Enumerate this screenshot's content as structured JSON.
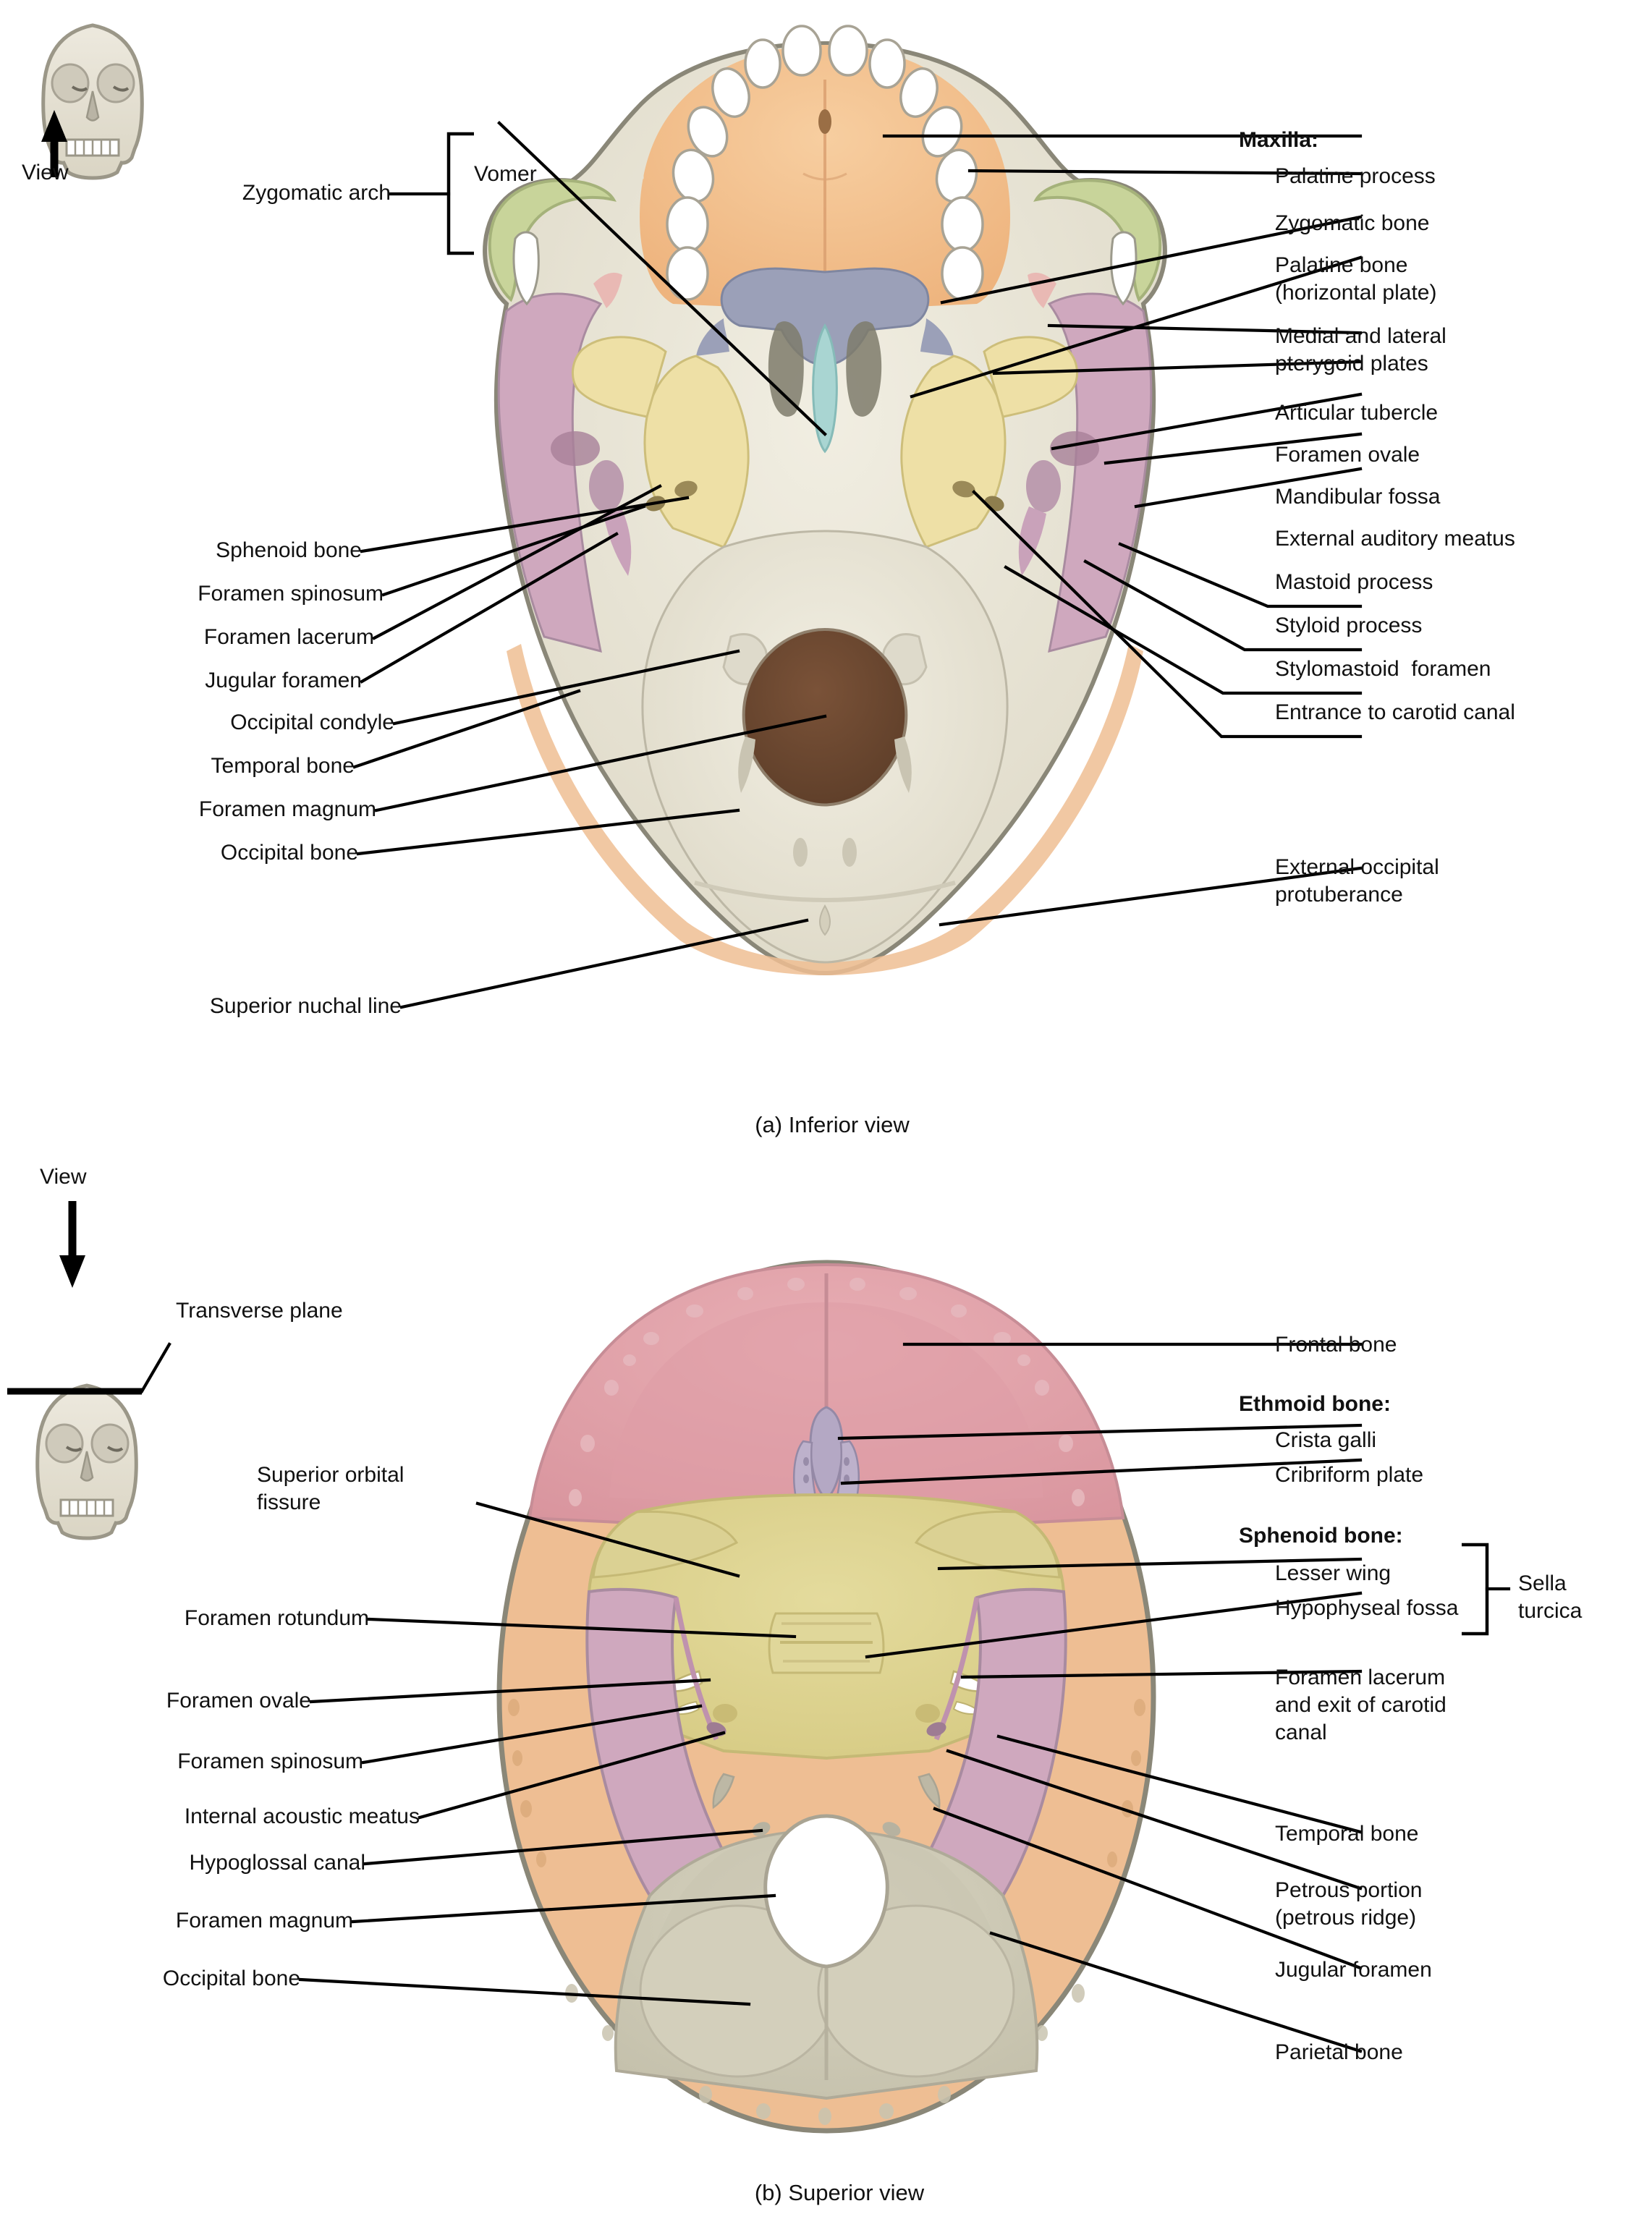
{
  "figure": {
    "panel_a": {
      "caption": "(a) Inferior view",
      "orientation_label": "View",
      "labels_left": [
        {
          "text": "Zygomatic arch"
        },
        {
          "text": "Sphenoid bone"
        },
        {
          "text": "Foramen spinosum"
        },
        {
          "text": "Foramen lacerum"
        },
        {
          "text": "Jugular foramen"
        },
        {
          "text": "Occipital condyle"
        },
        {
          "text": "Temporal bone"
        },
        {
          "text": "Foramen magnum"
        },
        {
          "text": "Occipital bone"
        },
        {
          "text": "Superior nuchal line"
        }
      ],
      "label_vomer": "Vomer",
      "labels_right": [
        {
          "text": "Maxilla:",
          "bold": true
        },
        {
          "text": "Palatine process"
        },
        {
          "text": "Zygomatic bone"
        },
        {
          "text": "Palatine bone"
        },
        {
          "text": "(horizontal plate)"
        },
        {
          "text": "Medial and lateral"
        },
        {
          "text": "pterygoid plates"
        },
        {
          "text": "Articular tubercle"
        },
        {
          "text": "Foramen ovale"
        },
        {
          "text": "Mandibular fossa"
        },
        {
          "text": "External auditory meatus"
        },
        {
          "text": "Mastoid process"
        },
        {
          "text": "Styloid process"
        },
        {
          "text": "Stylomastoid  foramen"
        },
        {
          "text": "Entrance to carotid canal"
        },
        {
          "text": "External occipital"
        },
        {
          "text": "protuberance"
        }
      ]
    },
    "panel_b": {
      "caption": "(b) Superior view",
      "orientation_label": "View",
      "plane_label": "Transverse plane",
      "labels_left": [
        {
          "text": "Superior orbital"
        },
        {
          "text": "fissure"
        },
        {
          "text": "Foramen rotundum"
        },
        {
          "text": "Foramen ovale"
        },
        {
          "text": "Foramen spinosum"
        },
        {
          "text": "Internal acoustic meatus"
        },
        {
          "text": "Hypoglossal canal"
        },
        {
          "text": "Foramen magnum"
        },
        {
          "text": "Occipital bone"
        }
      ],
      "labels_right": [
        {
          "text": "Frontal bone"
        },
        {
          "text": "Ethmoid bone:",
          "bold": true
        },
        {
          "text": "Crista galli"
        },
        {
          "text": "Cribriform plate"
        },
        {
          "text": "Sphenoid bone:",
          "bold": true
        },
        {
          "text": "Lesser wing"
        },
        {
          "text": "Hypophyseal fossa"
        },
        {
          "text": "Sella"
        },
        {
          "text": "turcica"
        },
        {
          "text": "Foramen lacerum"
        },
        {
          "text": "and exit of carotid"
        },
        {
          "text": "canal"
        },
        {
          "text": "Temporal bone"
        },
        {
          "text": "Petrous portion"
        },
        {
          "text": "(petrous ridge)"
        },
        {
          "text": "Jugular foramen"
        },
        {
          "text": "Parietal bone"
        }
      ]
    },
    "colors": {
      "maxilla": "#F2C08E",
      "zygomatic": "#C8D49A",
      "palatine": "#9BA0B8",
      "sphenoid": "#EEE0A6",
      "vomer": "#A9D5D2",
      "temporal": "#CFA8BE",
      "occipital": "#E6E3D5",
      "foramen_magnum": "#6B4730",
      "frontal": "#E3A5AC",
      "parietal": "#EEBE93",
      "ethmoid": "#B4A8C4",
      "teeth": "#FFFFFF",
      "outline": "#8A8778",
      "leader_line": "#000000"
    }
  }
}
